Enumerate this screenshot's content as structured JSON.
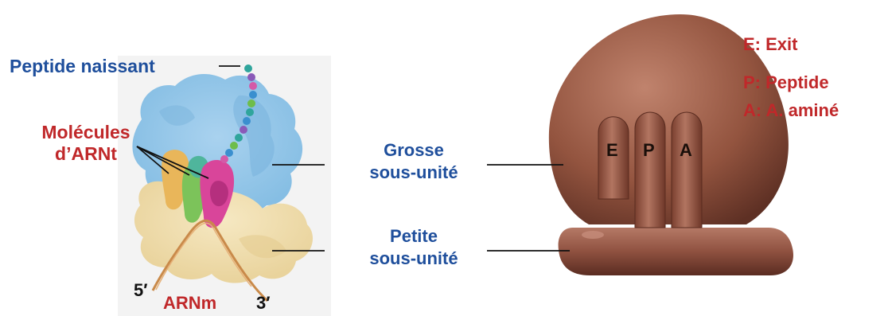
{
  "labels": {
    "nascent_peptide": "Peptide naissant",
    "trna_line1": "Molécules",
    "trna_line2": "d’ARNt",
    "large_line1": "Grosse",
    "large_line2": "sous-unité",
    "small_line1": "Petite",
    "small_line2": "sous-unité",
    "five_prime": "5′",
    "three_prime": "3′",
    "mrna": "ARNm"
  },
  "sites": [
    "E",
    "P",
    "A"
  ],
  "legend": [
    "E: Exit",
    "P: Peptide",
    "A: A. aminé"
  ],
  "colors": {
    "label_blue": "#1f4f9c",
    "label_red": "#c0282a",
    "large_subunit": "#8fc3e6",
    "small_subunit": "#f1dfae",
    "ribosome_brown": "#9a5a48",
    "trna_orange": "#e9b65a",
    "trna_green": "#7cc35a",
    "trna_magenta": "#d9459a"
  }
}
